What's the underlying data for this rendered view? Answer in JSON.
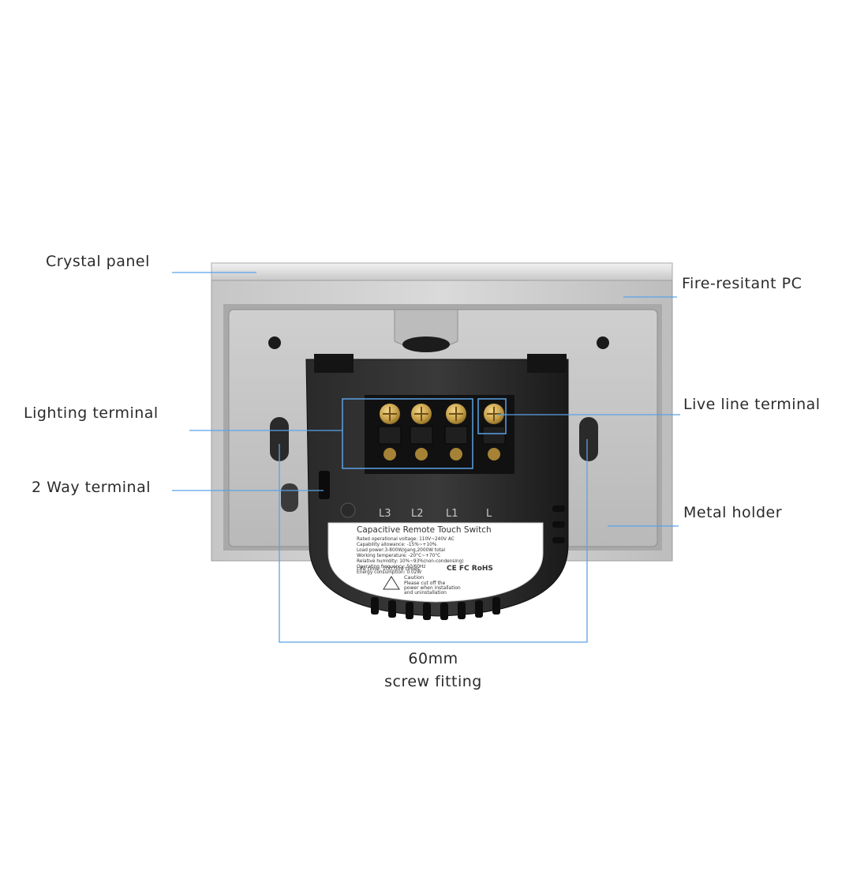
{
  "callouts": {
    "crystal_panel": "Crystal panel",
    "fire_resistant_pc": "Fire-resitant PC",
    "lighting_terminal": "Lighting terminal",
    "live_line_terminal": "Live line terminal",
    "two_way_terminal": "2 Way terminal",
    "metal_holder": "Metal holder"
  },
  "dimension": {
    "value": "60mm",
    "caption": "screw fitting"
  },
  "terminal_labels": [
    "L3",
    "L2",
    "L1",
    "L"
  ],
  "product_label": {
    "title": "Capacitive Remote Touch Switch",
    "specs": [
      "Rated operational voltage:  110V~240V  AC",
      "Capability allowance:  -15%~+10%",
      "Load power:3-800W/gang,2000W total",
      "Working temperature:  -20°C~+70°C",
      "Relative humidity:  10%~93%(non-condensing)",
      "Operating frequency:  50/60Hz",
      "Energy consumption: 0.02W"
    ],
    "life_time": "Life time:  100,000 times",
    "marks": "CE FC RoHS",
    "caution_title": "Caution",
    "caution_lines": [
      "Please cut off the",
      "power when installation",
      "and uninstallation"
    ]
  },
  "colors": {
    "leader_line": "#5aa2e6",
    "panel": "#d9d9d9",
    "frame": "#cfcfcf",
    "housing": "#1d1d1d",
    "brass": "#c9a24a"
  }
}
